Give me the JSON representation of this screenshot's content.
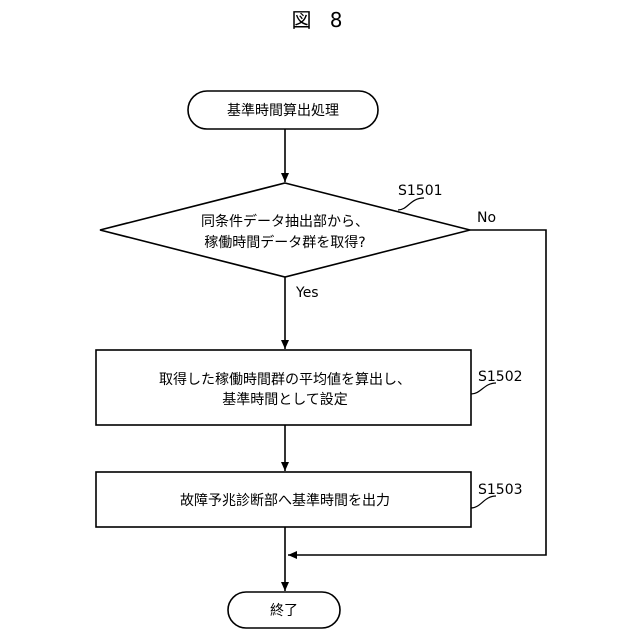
{
  "figure": {
    "title": "図 8"
  },
  "nodes": {
    "start": {
      "label": "基準時間算出処理"
    },
    "decision": {
      "line1": "同条件データ抽出部から、",
      "line2": "稼働時間データ群を取得?",
      "step": "S1501"
    },
    "process1": {
      "line1": "取得した稼働時間群の平均値を算出し、",
      "line2": "基準時間として設定",
      "step": "S1502"
    },
    "process2": {
      "label": "故障予兆診断部へ基準時間を出力",
      "step": "S1503"
    },
    "end": {
      "label": "終了"
    }
  },
  "edges": {
    "yes_label": "Yes",
    "no_label": "No"
  }
}
